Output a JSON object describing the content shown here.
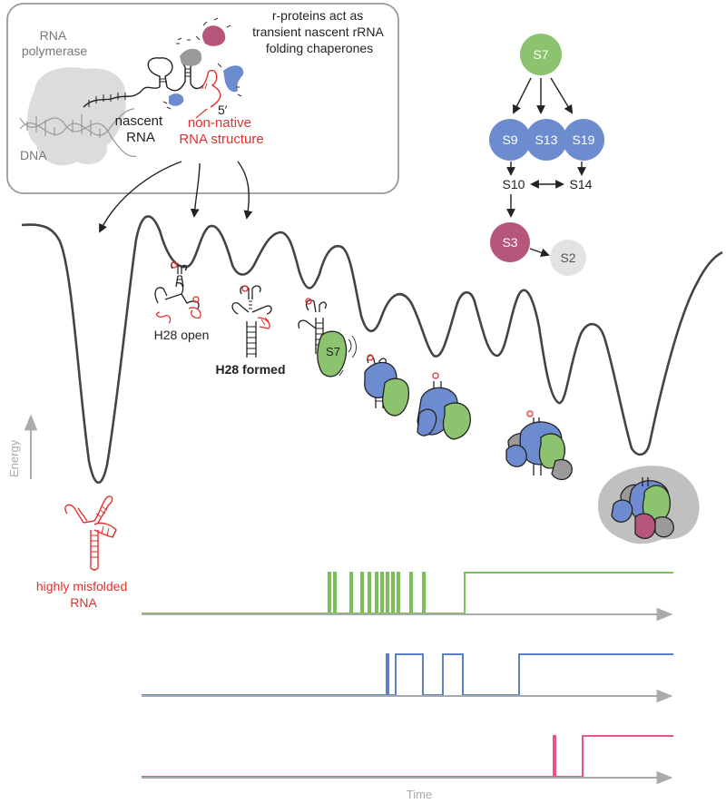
{
  "inset": {
    "polymerase_label": "RNA\npolymerase",
    "dna_label": "DNA",
    "nascent_label": "nascent\nRNA",
    "nonnative_label": "non-native\nRNA structure",
    "five_prime": "5′",
    "chaperone_text": "r-proteins act as\ntransient nascent rRNA\nfolding chaperones"
  },
  "hierarchy": {
    "s7": "S7",
    "s9": "S9",
    "s13": "S13",
    "s19": "S19",
    "s10": "S10",
    "s14": "S14",
    "s3": "S3",
    "s2": "S2"
  },
  "landscape": {
    "h28_open": "H28 open",
    "h28_formed": "H28 formed",
    "s7_label": "S7",
    "energy_label": "Energy",
    "misfolded_label": "highly misfolded\nRNA"
  },
  "traces": {
    "time_label": "Time",
    "green": "#7cbf5a",
    "blue": "#5c80c6",
    "pink": "#e8548b",
    "axis": "#aaaaaa"
  },
  "colors": {
    "s7_green": "#8cc36f",
    "blue_protein": "#6d8ccf",
    "s3_maroon": "#b5567a",
    "s2_grey": "#e3e3e3",
    "red_rna": "#e0302f",
    "landscape": "#444444"
  }
}
